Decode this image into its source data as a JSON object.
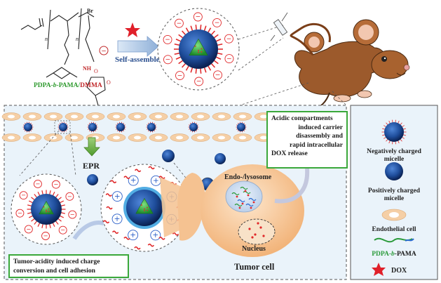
{
  "polymer_label": {
    "prefix": "PDPA-",
    "b": "b",
    "mid": "-PAMA/",
    "suffix": "DMMA"
  },
  "chem": {
    "br": "Br",
    "n1": "n",
    "n2": "n",
    "nh": "NH",
    "o": "O",
    "o2": "O"
  },
  "self_assemble": "Self-assemble",
  "epr": "EPR",
  "acidic_box": {
    "line1": "Acidic compartments",
    "line2": "induced carrier",
    "line3": "disassembly and",
    "line4": "rapid intracellular",
    "line5": "DOX release"
  },
  "endo_lysosome": "Endo-/lysosome",
  "nucleus": "Nucleus",
  "tumor_cell": "Tumor cell",
  "tumor_acidity_box": {
    "line1": "Tumor-acidity induced charge",
    "line2": "conversion and cell adhesion"
  },
  "legend": {
    "neg_micelle_1": "Negatively charged",
    "neg_micelle_2": "micelle",
    "pos_micelle_1": "Positively charged",
    "pos_micelle_2": "micelle",
    "endothelial": "Endothelial cell",
    "polymer_prefix": "PDPA-",
    "polymer_b": "b",
    "polymer_suffix": "-PAMA",
    "dox": "DOX"
  },
  "symbols": {
    "minus": "−",
    "plus": "+"
  },
  "colors": {
    "micelle_core": "#1f4e9c",
    "micelle_dark": "#0d2a5e",
    "inner_green": "#2eaa3a",
    "spike_red": "#e0282a",
    "endothelial": "#f5cfa6",
    "tumor_cell": "#f7c89a",
    "box_green": "#3aa83a",
    "panel_bg": "#eaf3fa",
    "mouse_brown": "#8a4f26"
  }
}
